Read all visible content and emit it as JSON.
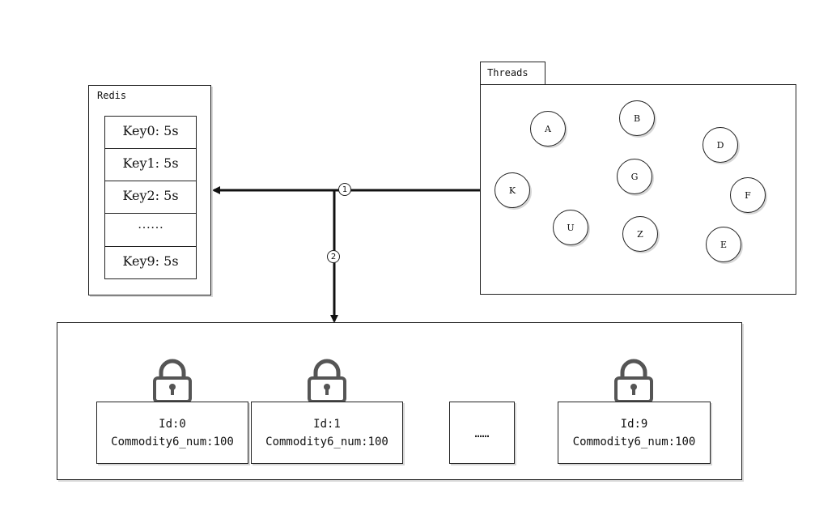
{
  "redis": {
    "title": "Redis",
    "keys": [
      "Key0: 5s",
      "Key1: 5s",
      "Key2: 5s",
      "……",
      "Key9: 5s"
    ]
  },
  "threads": {
    "tab_label": "Threads",
    "nodes": [
      "A",
      "B",
      "D",
      "K",
      "G",
      "F",
      "U",
      "Z",
      "E"
    ]
  },
  "arrows": {
    "step1": "1",
    "step2": "2"
  },
  "store": {
    "items": [
      {
        "id": "Id:0",
        "field": "Commodity6_num:100"
      },
      {
        "id": "Id:1",
        "field": "Commodity6_num:100"
      },
      {
        "ellipsis": "……"
      },
      {
        "id": "Id:9",
        "field": "Commodity6_num:100"
      }
    ]
  }
}
